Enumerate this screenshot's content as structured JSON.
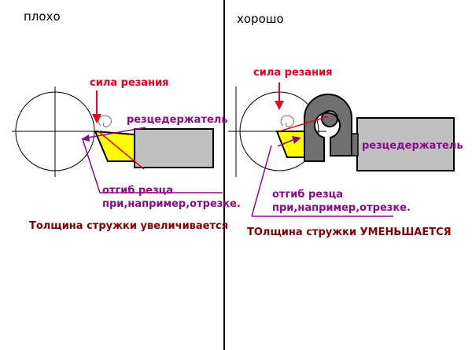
{
  "left": {
    "heading": "плохо",
    "force_label": "сила резания",
    "holder_label": "резцедержатель",
    "bend_label_1": "отгиб резца",
    "bend_label_2": "при,например,отрезке.",
    "caption": "Толщина стружки увеличивается"
  },
  "right": {
    "heading": "хорошо",
    "force_label": "сила резания",
    "holder_label": "резцедержатель",
    "bend_label_1": "отгиб резца",
    "bend_label_2": "при,например,отрезке.",
    "caption": "ТОлщина стружки УМЕНЬШАЕТСЯ"
  },
  "colors": {
    "force": "#e8001c",
    "annotation": "#8b0a8b",
    "caption": "#800000",
    "insert": "#ffff00",
    "holder": "#c0c0c0",
    "spring_holder": "#707070"
  }
}
